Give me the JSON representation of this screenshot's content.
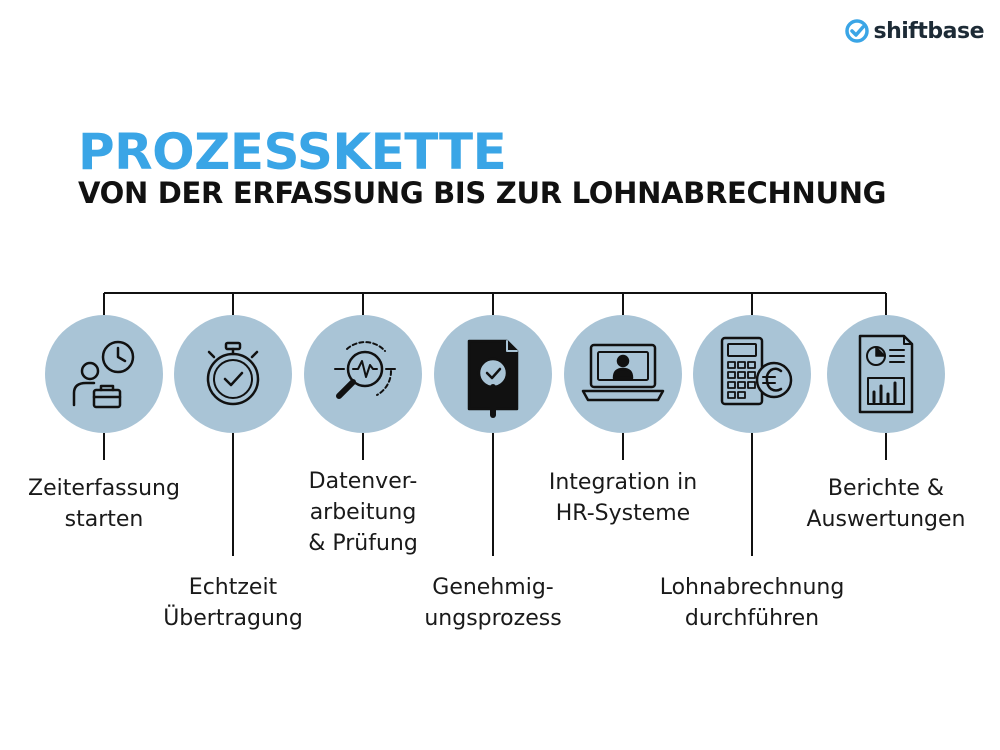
{
  "brand": {
    "name": "shiftbase",
    "accent": "#3aa5e6"
  },
  "title": "PROZESSKETTE",
  "subtitle": "VON DER ERFASSUNG BIS ZUR LOHNABRECHNUNG",
  "colors": {
    "title": "#3aa5e6",
    "circle": "#a9c4d6",
    "line": "#111111",
    "icon": "#111111"
  },
  "steps": [
    {
      "label": "Zeiterfassung\nstarten",
      "icon": "person-clock-icon"
    },
    {
      "label": "Echtzeit\nÜbertragung",
      "icon": "stopwatch-icon"
    },
    {
      "label": "Datenver-\narbeitung\n& Prüfung",
      "icon": "magnifier-data-icon"
    },
    {
      "label": "Genehmig-\nungsprozess",
      "icon": "document-check-icon"
    },
    {
      "label": "Integration in\nHR-Systeme",
      "icon": "laptop-user-icon"
    },
    {
      "label": "Lohnabrechnung\ndurchführen",
      "icon": "calculator-euro-icon"
    },
    {
      "label": "Berichte &\nAuswertungen",
      "icon": "report-chart-icon"
    }
  ]
}
